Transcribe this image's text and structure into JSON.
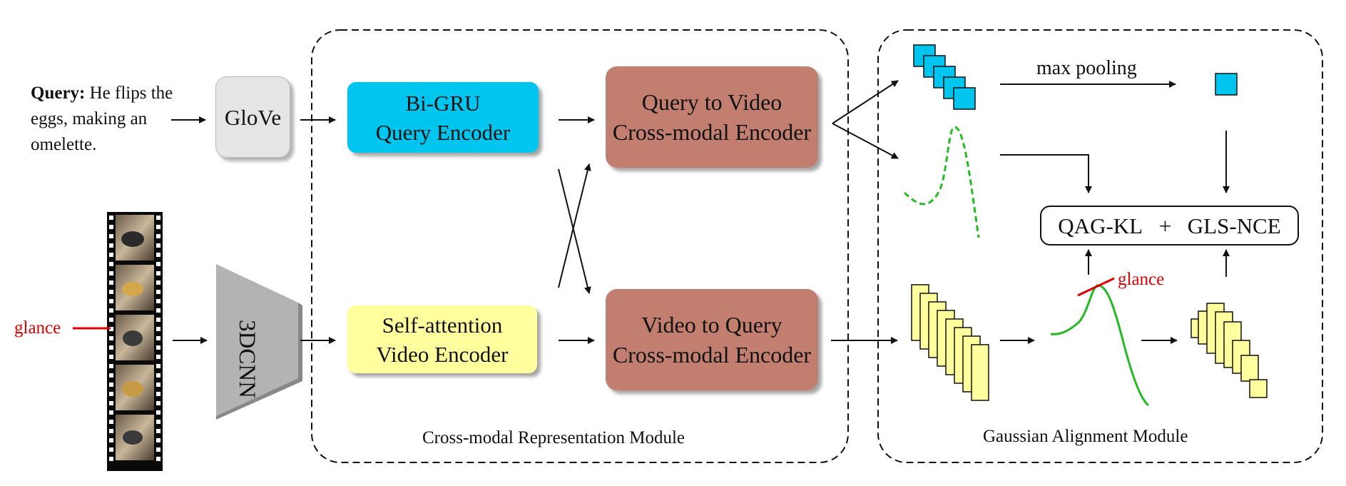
{
  "query": {
    "label": "Query:",
    "text": "He flips the eggs, making an omelette."
  },
  "glove": "GloVe",
  "dcnn": "3DCNN",
  "glance_left": "glance",
  "glance_right": "glance",
  "bigru": {
    "line1": "Bi-GRU",
    "line2": "Query Encoder"
  },
  "selfatt": {
    "line1": "Self-attention",
    "line2": "Video Encoder"
  },
  "q2v": {
    "line1": "Query to Video",
    "line2": "Cross-modal Encoder"
  },
  "v2q": {
    "line1": "Video to Query",
    "line2": "Cross-modal Encoder"
  },
  "max_pooling": "max pooling",
  "loss": {
    "left": "QAG-KL",
    "op": "+",
    "right": "GLS-NCE"
  },
  "modules": {
    "crossmodal": "Cross-modal Representation Module",
    "gaussian": "Gaussian Alignment Module"
  },
  "colors": {
    "bigru": "#00c6ef",
    "selfatt": "#ffff9e",
    "xenc": "#c27f6f",
    "glove": "#e5e5e5",
    "dcnn": "#b3b3b3",
    "query_feature": "#00c6ef",
    "video_feature": "#ffff9e",
    "gaussian_curve": "#22bb22",
    "glance": "#e00000"
  }
}
